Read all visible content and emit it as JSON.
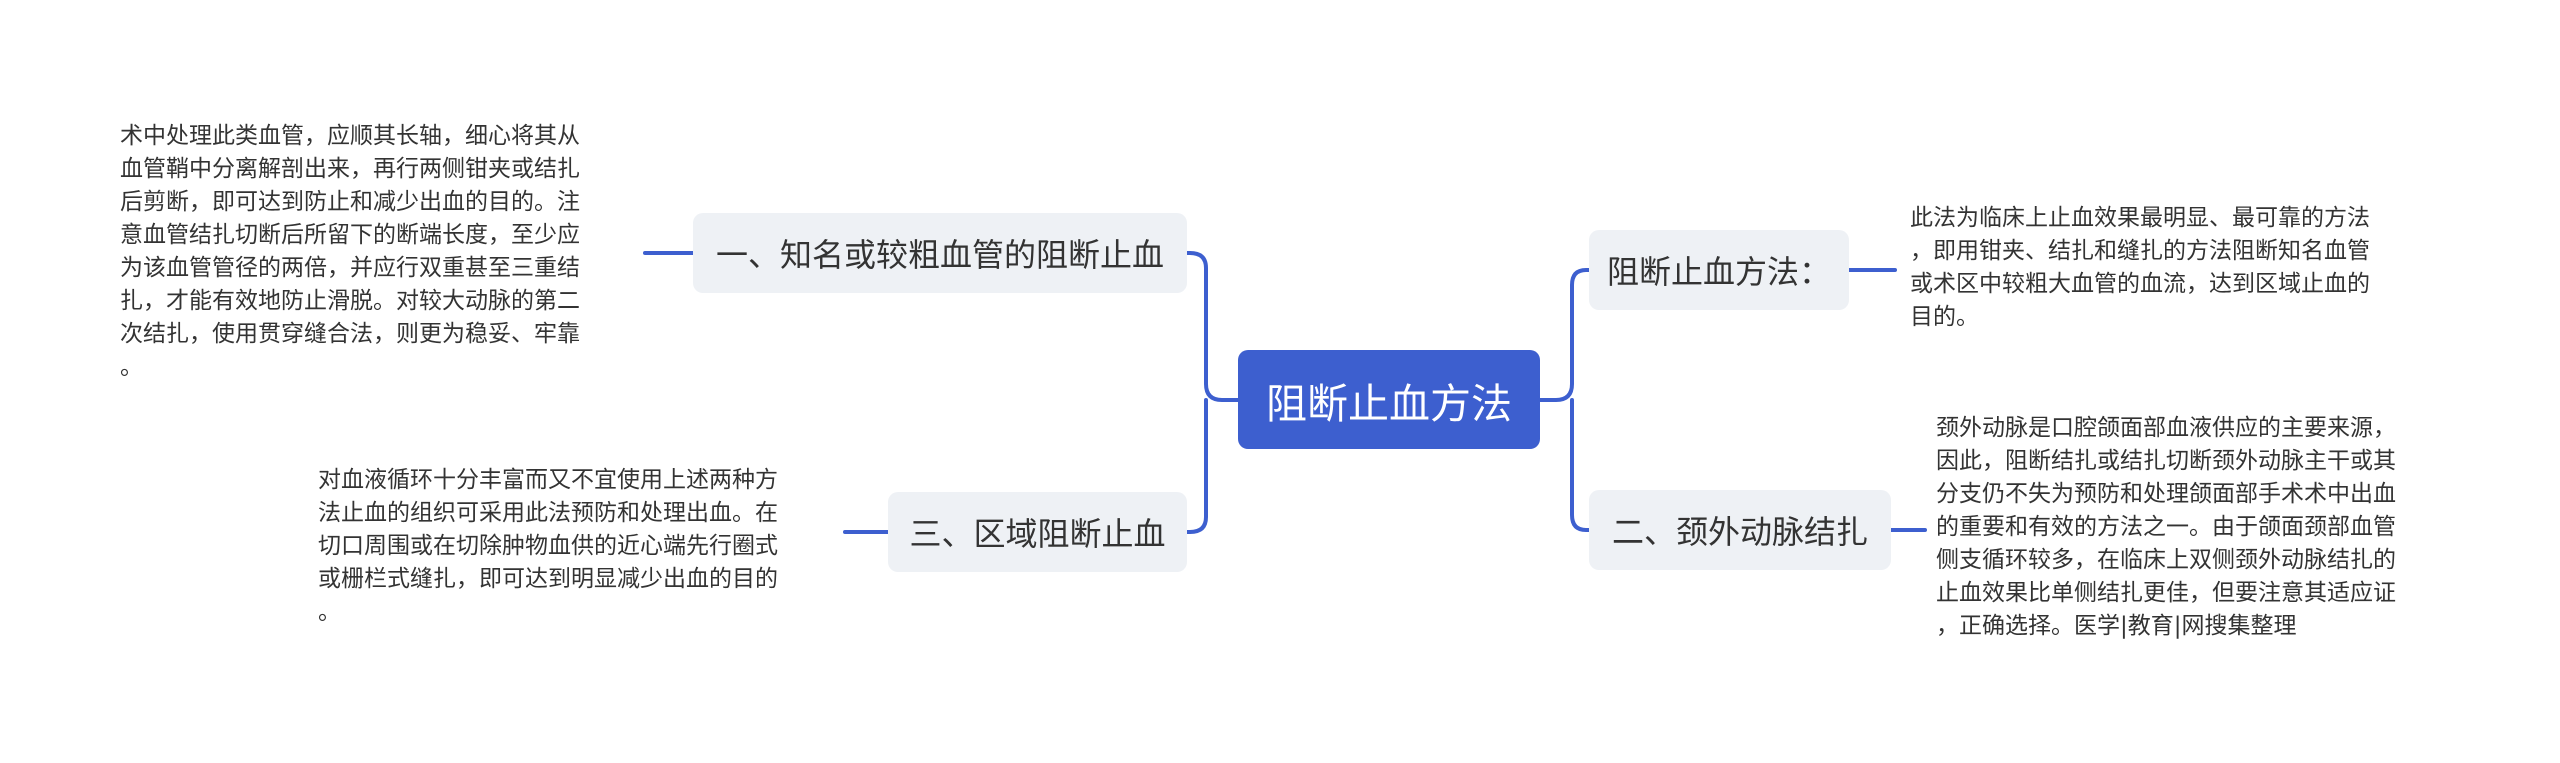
{
  "colors": {
    "root_fill": "#3d5fcf",
    "branch_fill": "#eef1f5",
    "connector": "#3d5fcf",
    "text": "#333333"
  },
  "root": {
    "label": "阻断止血方法"
  },
  "branches": [
    {
      "label": "一、知名或较粗血管的阻断止血",
      "detail": "术中处理此类血管，应顺其长轴，细心将其从\n血管鞘中分离解剖出来，再行两侧钳夹或结扎\n后剪断，即可达到防止和减少出血的目的。注\n意血管结扎切断后所留下的断端长度，至少应\n为该血管管径的两倍，并应行双重甚至三重结\n扎，才能有效地防止滑脱。对较大动脉的第二\n次结扎，使用贯穿缝合法，则更为稳妥、牢靠\n。"
    },
    {
      "label": "三、区域阻断止血",
      "detail": "对血液循环十分丰富而又不宜使用上述两种方\n法止血的组织可采用此法预防和处理出血。在\n切口周围或在切除肿物血供的近心端先行圈式\n或栅栏式缝扎，即可达到明显减少出血的目的\n。"
    },
    {
      "label": "阻断止血方法：",
      "detail": "此法为临床上止血效果最明显、最可靠的方法\n，即用钳夹、结扎和缝扎的方法阻断知名血管\n或术区中较粗大血管的血流，达到区域止血的\n目的。"
    },
    {
      "label": "二、颈外动脉结扎",
      "detail": "颈外动脉是口腔颌面部血液供应的主要来源，\n因此，阻断结扎或结扎切断颈外动脉主干或其\n分支仍不失为预防和处理颌面部手术术中出血\n的重要和有效的方法之一。由于颌面颈部血管\n侧支循环较多，在临床上双侧颈外动脉结扎的\n止血效果比单侧结扎更佳，但要注意其适应证\n，正确选择。医学|教育|网搜集整理"
    }
  ]
}
